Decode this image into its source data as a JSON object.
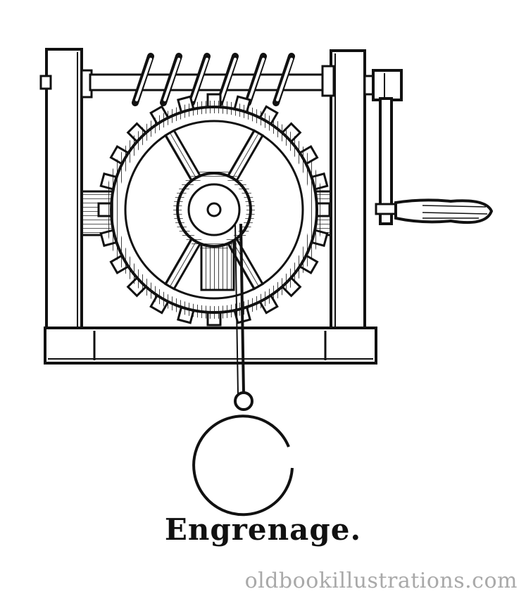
{
  "caption": "Engrenage.",
  "watermark": "oldbookillustrations.com",
  "colors": {
    "ink": "#111111",
    "paper": "#ffffff",
    "watermark": "#a9a9a9"
  },
  "parts": {
    "frame": "wooden-frame",
    "worm": "worm-screw",
    "gear": "toothed-wheel",
    "crank": "hand-crank",
    "weight": "hanging-weight"
  }
}
